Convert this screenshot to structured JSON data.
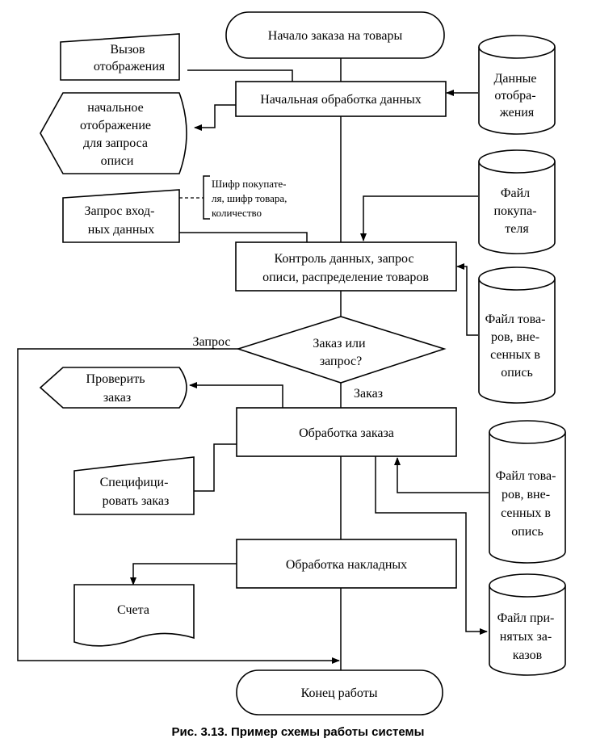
{
  "start": "Начало заказа на товары",
  "display_call": [
    "Вызов",
    "отображения"
  ],
  "initial_processing": "Начальная обработка данных",
  "display_data": [
    "Данные",
    "отобра-",
    "жения"
  ],
  "initial_display": [
    "начальное",
    "отображение",
    "для запроса",
    "описи"
  ],
  "annotation": [
    "Шифр покупате-",
    "ля, шифр товара,",
    "количество"
  ],
  "input_request": [
    "Запрос вход-",
    "ных данных"
  ],
  "customer_file": [
    "Файл",
    "покупа-",
    "теля"
  ],
  "data_control": [
    "Контроль данных, запрос",
    "описи, распределение товаров"
  ],
  "goods_file_1": [
    "Файл това-",
    "ров, вне-",
    "сенных в",
    "опись"
  ],
  "decision": [
    "Заказ или",
    "запрос?"
  ],
  "branch_request": "Запрос",
  "branch_order": "Заказ",
  "check_order": [
    "Проверить",
    "заказ"
  ],
  "order_processing": "Обработка заказа",
  "specify_order": [
    "Специфици-",
    "ровать заказ"
  ],
  "goods_file_2": [
    "Файл това-",
    "ров, вне-",
    "сенных в",
    "опись"
  ],
  "invoice_processing": "Обработка накладных",
  "invoices": "Счета",
  "accepted_orders_file": [
    "Файл при-",
    "нятых за-",
    "казов"
  ],
  "end": "Конец работы",
  "caption": "Рис. 3.13. Пример схемы работы системы"
}
